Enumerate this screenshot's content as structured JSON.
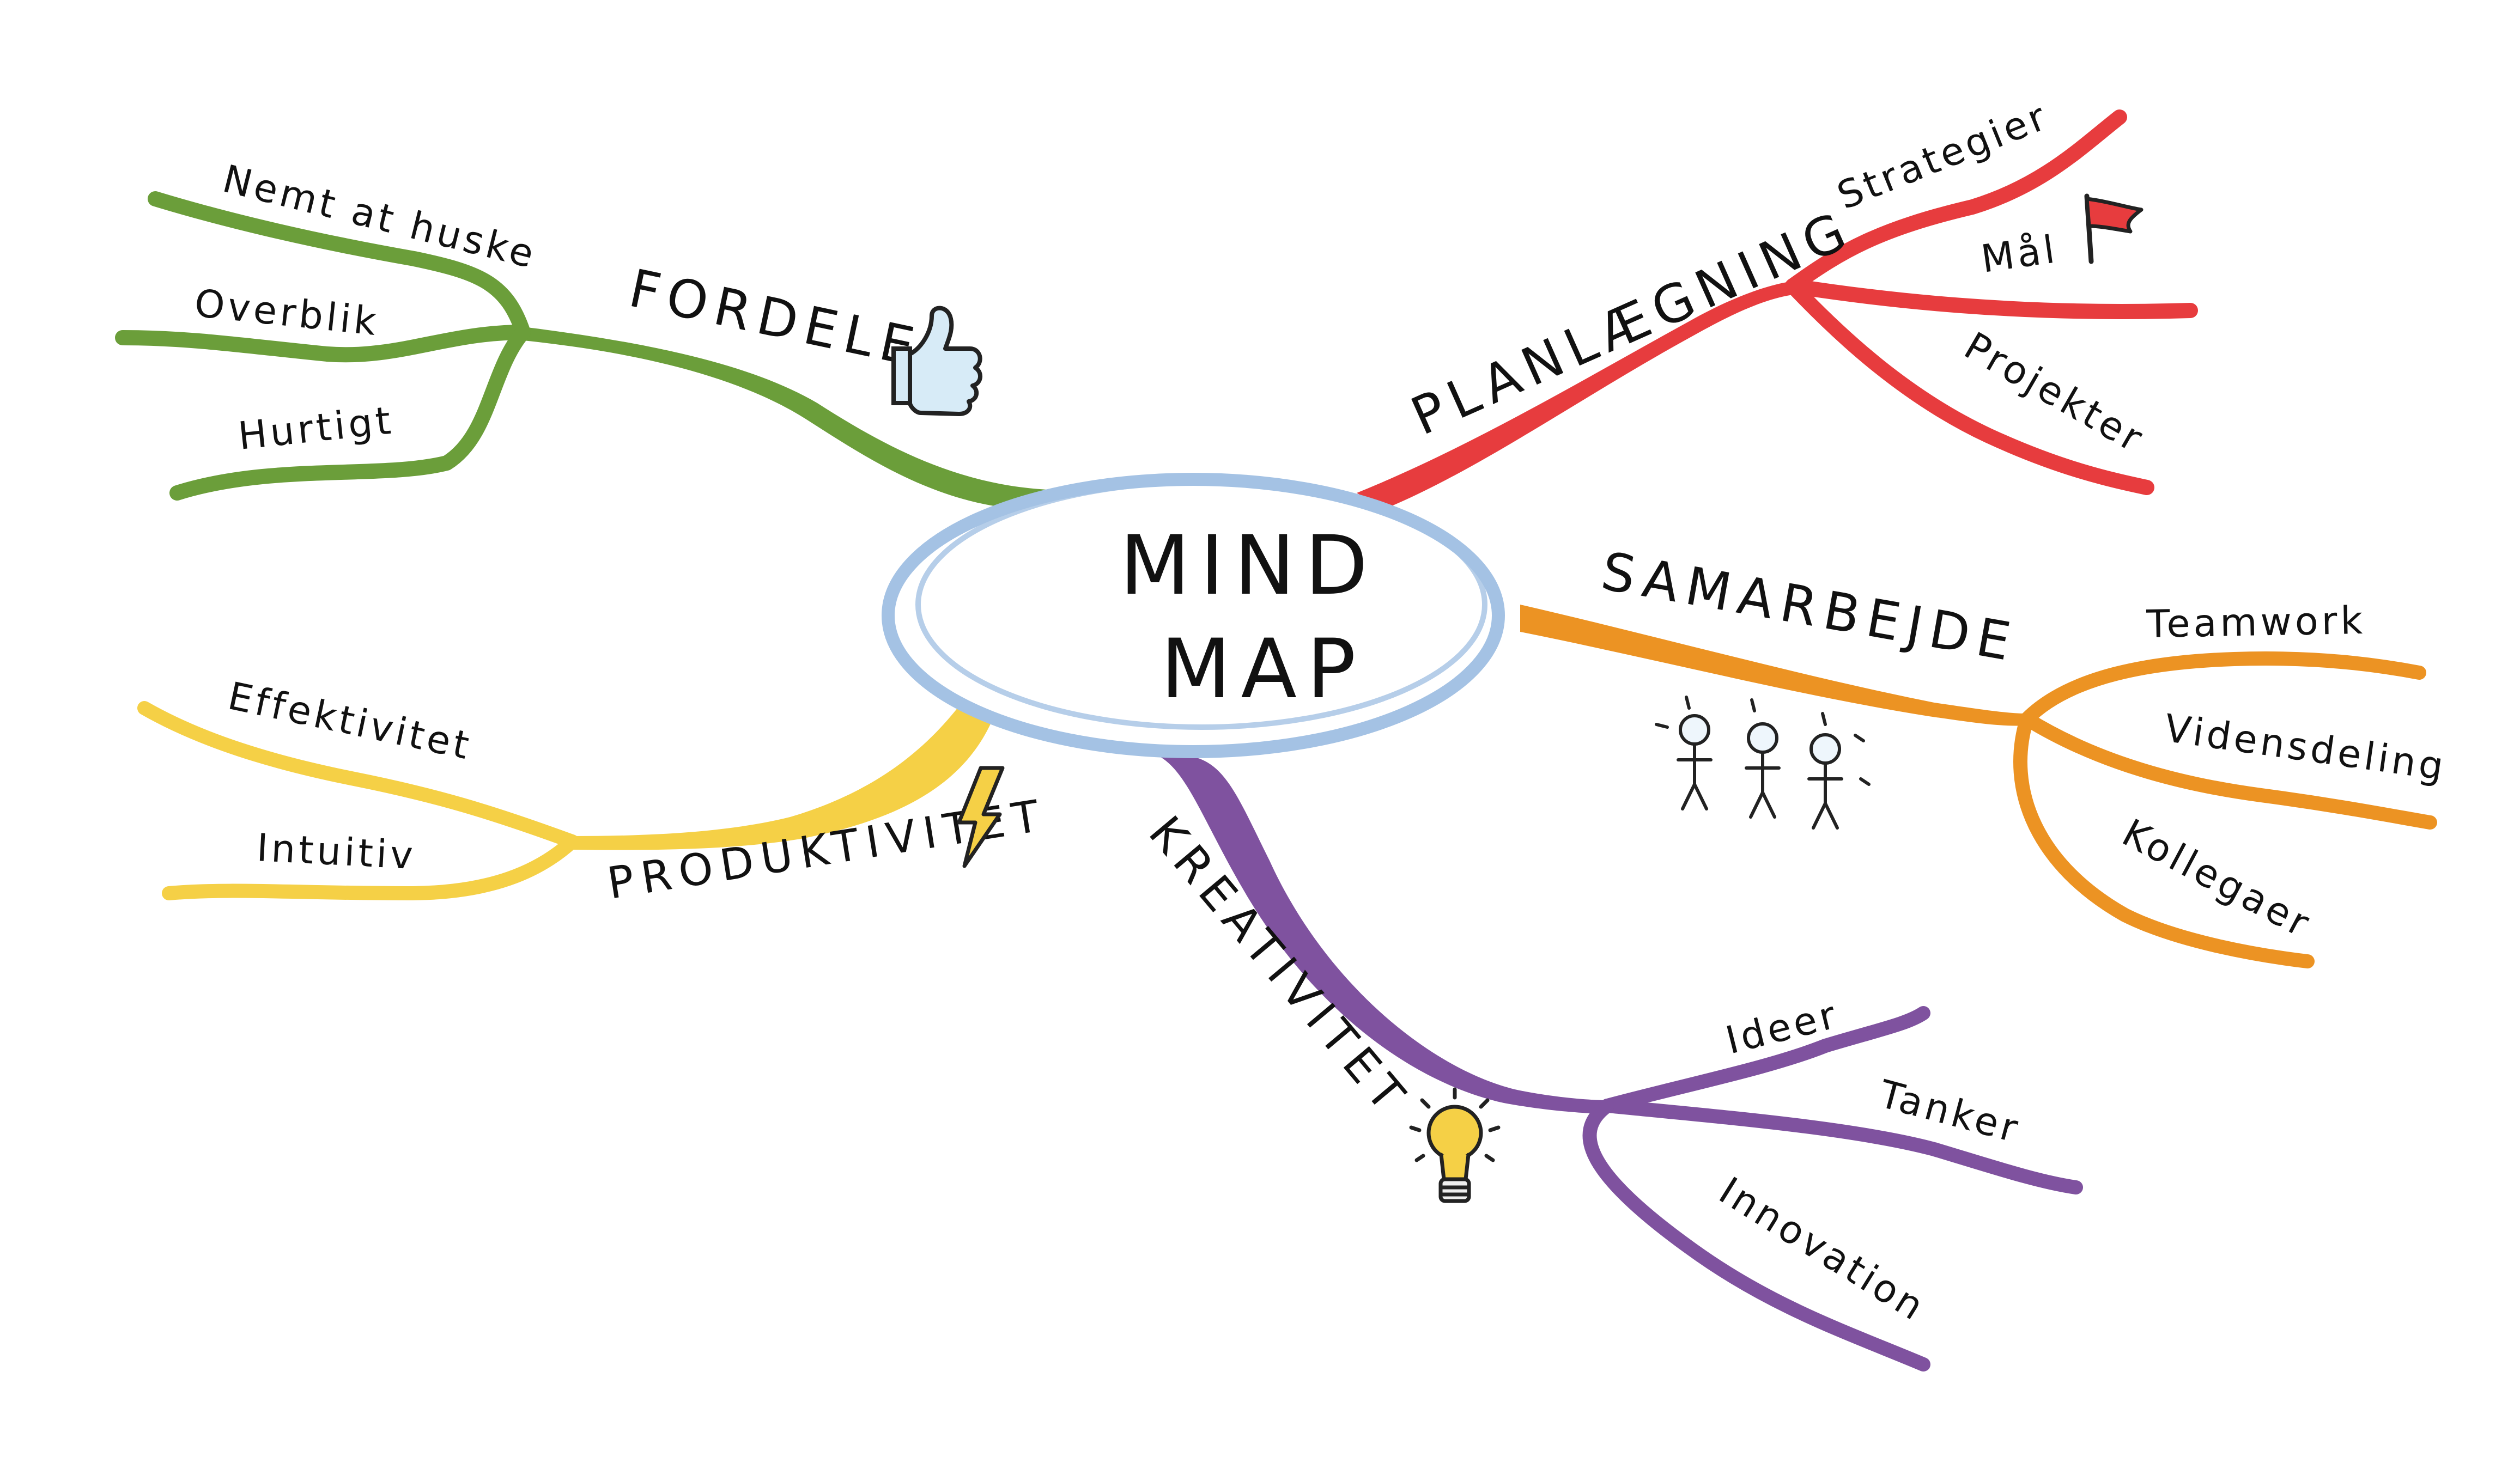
{
  "center": {
    "line1": "MIND",
    "line2": "MAP",
    "color": "#a4c2e4"
  },
  "branches": {
    "fordele": {
      "label": "FORDELE",
      "color": "#6b9e3a",
      "icon": "thumbs-up-icon",
      "leaves": [
        "Nemt at huske",
        "Overblik",
        "Hurtigt"
      ]
    },
    "planlaegning": {
      "label": "PLANLÆGNING",
      "color": "#e73c3e",
      "icon": "flag-icon",
      "leaves": [
        "Strategier",
        "Mål",
        "Projekter"
      ]
    },
    "samarbejde": {
      "label": "SAMARBEJDE",
      "color": "#ec9323",
      "icon": "people-icon",
      "leaves": [
        "Teamwork",
        "Vidensdeling",
        "Kollegaer"
      ]
    },
    "produktivitet": {
      "label": "PRODUKTIVITET",
      "color": "#f5d046",
      "icon": "lightning-icon",
      "leaves": [
        "Effektivitet",
        "Intuitiv"
      ]
    },
    "kreativitet": {
      "label": "KREATIVITET",
      "color": "#7f529f",
      "icon": "lightbulb-icon",
      "leaves": [
        "Ideer",
        "Tanker",
        "Innovation"
      ]
    }
  }
}
